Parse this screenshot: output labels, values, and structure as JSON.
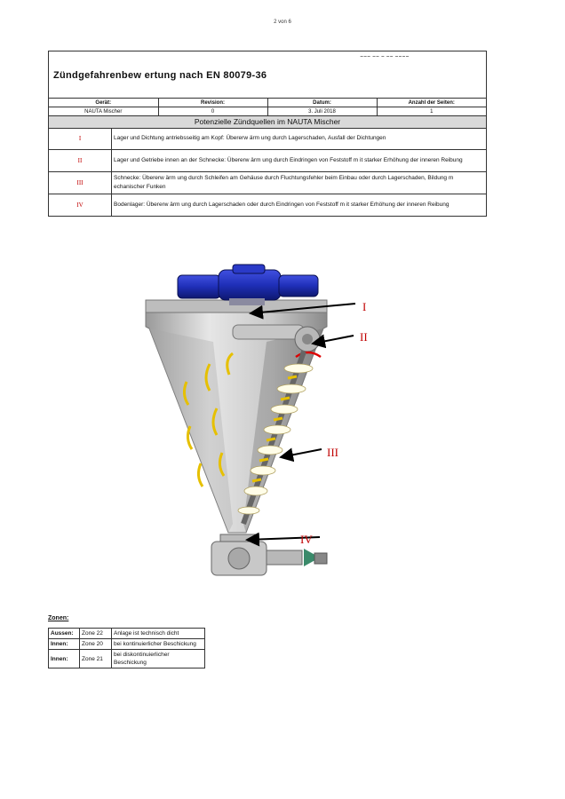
{
  "page_number": "2 von 6",
  "document": {
    "title": "Zündgefahrenbew ertung nach EN 80079-36",
    "title_marks": "▬▬▬  ▬▬  ▬  ▬▬  ▬▬▬▬"
  },
  "meta": {
    "headers": [
      "Gerät:",
      "Revision:",
      "Datum:",
      "Anzahl der Seiten:"
    ],
    "values": [
      "NAUTA Mischer",
      "0",
      "3. Juli 2018",
      "1"
    ]
  },
  "sources": {
    "title": "Potenzielle Zündquellen im NAUTA Mischer",
    "items": [
      {
        "num": "I",
        "text": "Lager und Dichtung antriebsseitig am Kopf: Übererw ärm ung durch Lagerschaden, Ausfall der Dichtungen"
      },
      {
        "num": "II",
        "text": "Lager und Getriebe innen an der Schnecke: Übererw ärm ung durch Eindringen von Feststoff m it starker Erhöhung der inneren Reibung"
      },
      {
        "num": "III",
        "text": "Schnecke: Übererw ärm ung durch Schleifen am Gehäuse durch Fluchtungsfehler beim Einbau oder durch Lagerschaden, Bildung m echanischer Funken"
      },
      {
        "num": "IV",
        "text": "Bodenlager: Übererw ärm ung durch Lagerschaden oder durch Eindringen von Feststoff m it starker Erhöhung der inneren Reibung"
      }
    ]
  },
  "figure": {
    "labels": [
      "I",
      "II",
      "III",
      "IV"
    ]
  },
  "zones": {
    "title": "Zonen:",
    "rows": [
      {
        "label": "Aussen:",
        "zone": "Zone 22",
        "desc": "Anlage ist technisch dicht"
      },
      {
        "label": "Innen:",
        "zone": "Zone 20",
        "desc": "bei kontinuierlicher Beschickung"
      },
      {
        "label": "Innen:",
        "zone": "Zone 21",
        "desc": "bei diskontinuierlicher Beschickung"
      }
    ]
  },
  "colors": {
    "roman_numeral": "#c00000",
    "motor": "#1f2fb8",
    "table_header_bg": "#d9d9d9"
  }
}
